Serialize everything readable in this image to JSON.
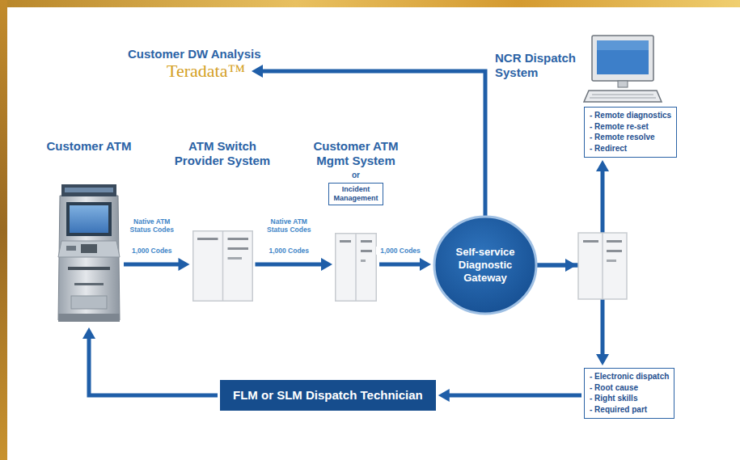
{
  "diagram": {
    "nodes": [
      {
        "text": [
          "Customer DW Analysis",
          "Teradata™"
        ]
      },
      {
        "text": [
          "NCR Dispatch System"
        ]
      },
      {
        "text": [
          "Customer ATM"
        ]
      },
      {
        "text": [
          "ATM Switch Provider System"
        ]
      },
      {
        "text": [
          "Customer ATM Mgmt System",
          "or"
        ]
      },
      {
        "text": [
          "Incident Management"
        ],
        "in": 4
      },
      {
        "text": [
          "Self-service Diagnostic Gateway"
        ]
      },
      {
        "text": [
          "- Remote diagnostics",
          "- Remote re-set",
          "- Remote resolve",
          "- Redirect"
        ]
      },
      {
        "text": [
          "- Electronic dispatch",
          "- Root cause",
          "- Right skills",
          "- Required part"
        ]
      },
      {
        "text": [
          "FLM or SLM Dispatch Technician"
        ]
      }
    ],
    "edges": [
      {
        "from": 2,
        "to": 3,
        "arrow": "to",
        "label": "1,000 Codes"
      },
      {
        "from": 3,
        "to": 4,
        "arrow": "to",
        "label": "1,000 Codes"
      },
      {
        "from": 4,
        "to": 6,
        "arrow": "to",
        "label": "1,000 Codes"
      },
      {
        "from": 6,
        "to": 0,
        "arrow": "to"
      },
      {
        "from": 6,
        "to": 7,
        "arrow": "to"
      },
      {
        "from": 6,
        "to": 8,
        "arrow": "to"
      },
      {
        "from": 8,
        "to": 9,
        "arrow": "to"
      },
      {
        "from": 9,
        "to": 2,
        "arrow": "to"
      }
    ],
    "labels": [
      "Native ATM Status Codes",
      "Native ATM Status Codes"
    ]
  }
}
